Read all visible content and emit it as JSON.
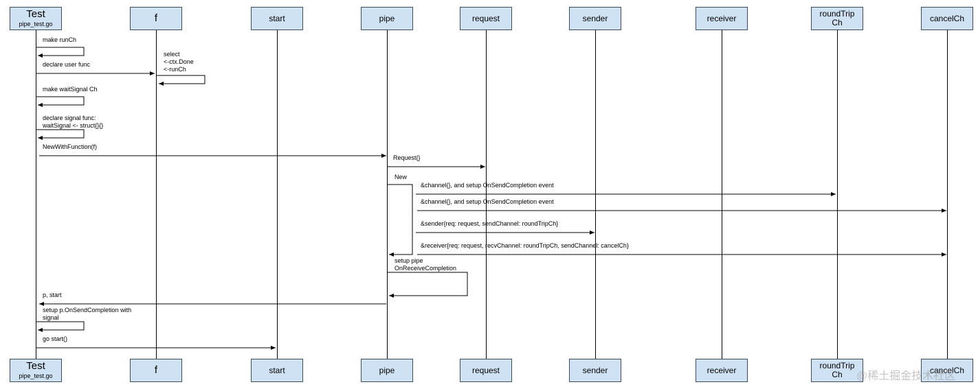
{
  "participants": [
    {
      "name": "Test",
      "sub": "pipe_test.go"
    },
    {
      "name": "f"
    },
    {
      "name": "start"
    },
    {
      "name": "pipe"
    },
    {
      "name": "request"
    },
    {
      "name": "sender"
    },
    {
      "name": "receiver"
    },
    {
      "name": "roundTrip",
      "name2": "Ch"
    },
    {
      "name": "cancelCh"
    }
  ],
  "messages": [
    {
      "label": "make runCh"
    },
    {
      "label": "declare user func"
    },
    {
      "label": "select",
      "line2": "<-ctx.Done",
      "line3": "<-runCh"
    },
    {
      "label": "make waitSignal Ch"
    },
    {
      "label": "declare signal func:",
      "line2": "waitSignal <- struct{}{}"
    },
    {
      "label": "NewWithFunction(f)"
    },
    {
      "label": "Request{}"
    },
    {
      "label": "New"
    },
    {
      "label": "&channel{}, and setup OnSendCompletion event"
    },
    {
      "label": "&channel{}, and setup OnSendCompletion event"
    },
    {
      "label": "&sender{req: request, sendChannel: roundTripCh}"
    },
    {
      "label": "&receiver{req: request, recvChannel: roundTripCh, sendChannel: cancelCh}"
    },
    {
      "label": "setup pipe",
      "line2": "OnReceiveCompletion"
    },
    {
      "label": "p, start"
    },
    {
      "label": "setup p.OnSendCompletion with",
      "line2": "signal"
    },
    {
      "label": "go start()"
    }
  ],
  "watermark": "@稀土掘金技术社区"
}
